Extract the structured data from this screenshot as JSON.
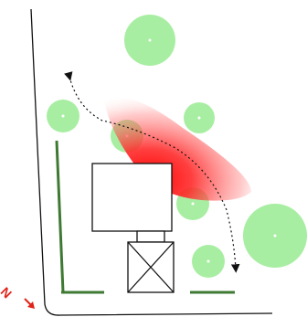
{
  "compass": {
    "label": "N",
    "color": "#e0241b"
  },
  "colors": {
    "tree_fill": "#a8eea2",
    "tree_center": "#ffffff",
    "hedge": "#3e7a33",
    "outline": "#111111",
    "shade": "#ff1a1a"
  },
  "elements": {
    "trees": [
      "tree-top-center",
      "tree-left",
      "tree-center",
      "tree-right-upper",
      "tree-right-middle",
      "tree-right-lower",
      "tree-large-right"
    ],
    "hedges": [
      "hedge-left-vertical",
      "hedge-bottom-left",
      "hedge-bottom-right"
    ],
    "buildings": [
      "main-building",
      "connector-block",
      "outbuilding-crossed"
    ],
    "paths": [
      "sun-path-arrow"
    ]
  }
}
